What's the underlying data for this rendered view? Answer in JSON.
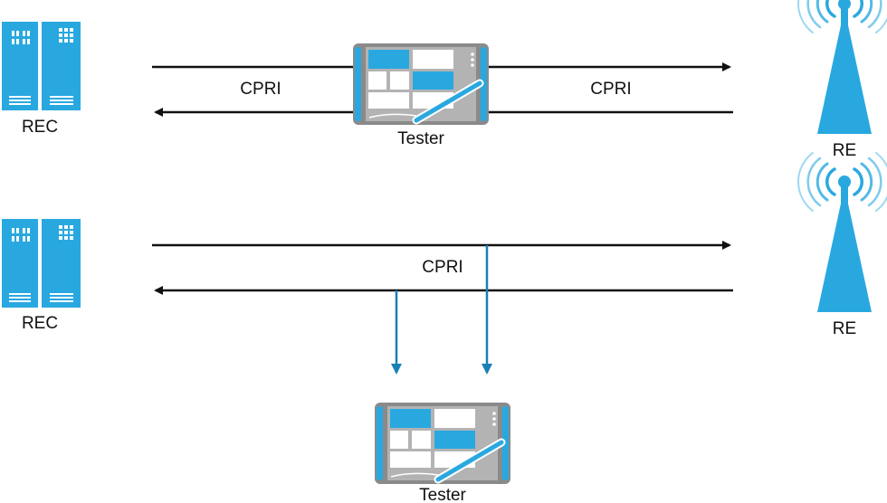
{
  "colors": {
    "accent": "#29a8e0",
    "accent_dark": "#1a7fb5",
    "line": "#111111",
    "tester_frame": "#8a8a8a",
    "tester_screen_bg": "#b3b3b3"
  },
  "top_scenario": {
    "rec_label": "REC",
    "re_label": "RE",
    "tester_label": "Tester",
    "link_label_left": "CPRI",
    "link_label_right": "CPRI"
  },
  "bottom_scenario": {
    "rec_label": "REC",
    "re_label": "RE",
    "tester_label": "Tester",
    "link_label": "CPRI"
  },
  "icons": {
    "rec": "server-rack-icon",
    "re": "radio-tower-icon",
    "tester": "tablet-tester-icon"
  }
}
